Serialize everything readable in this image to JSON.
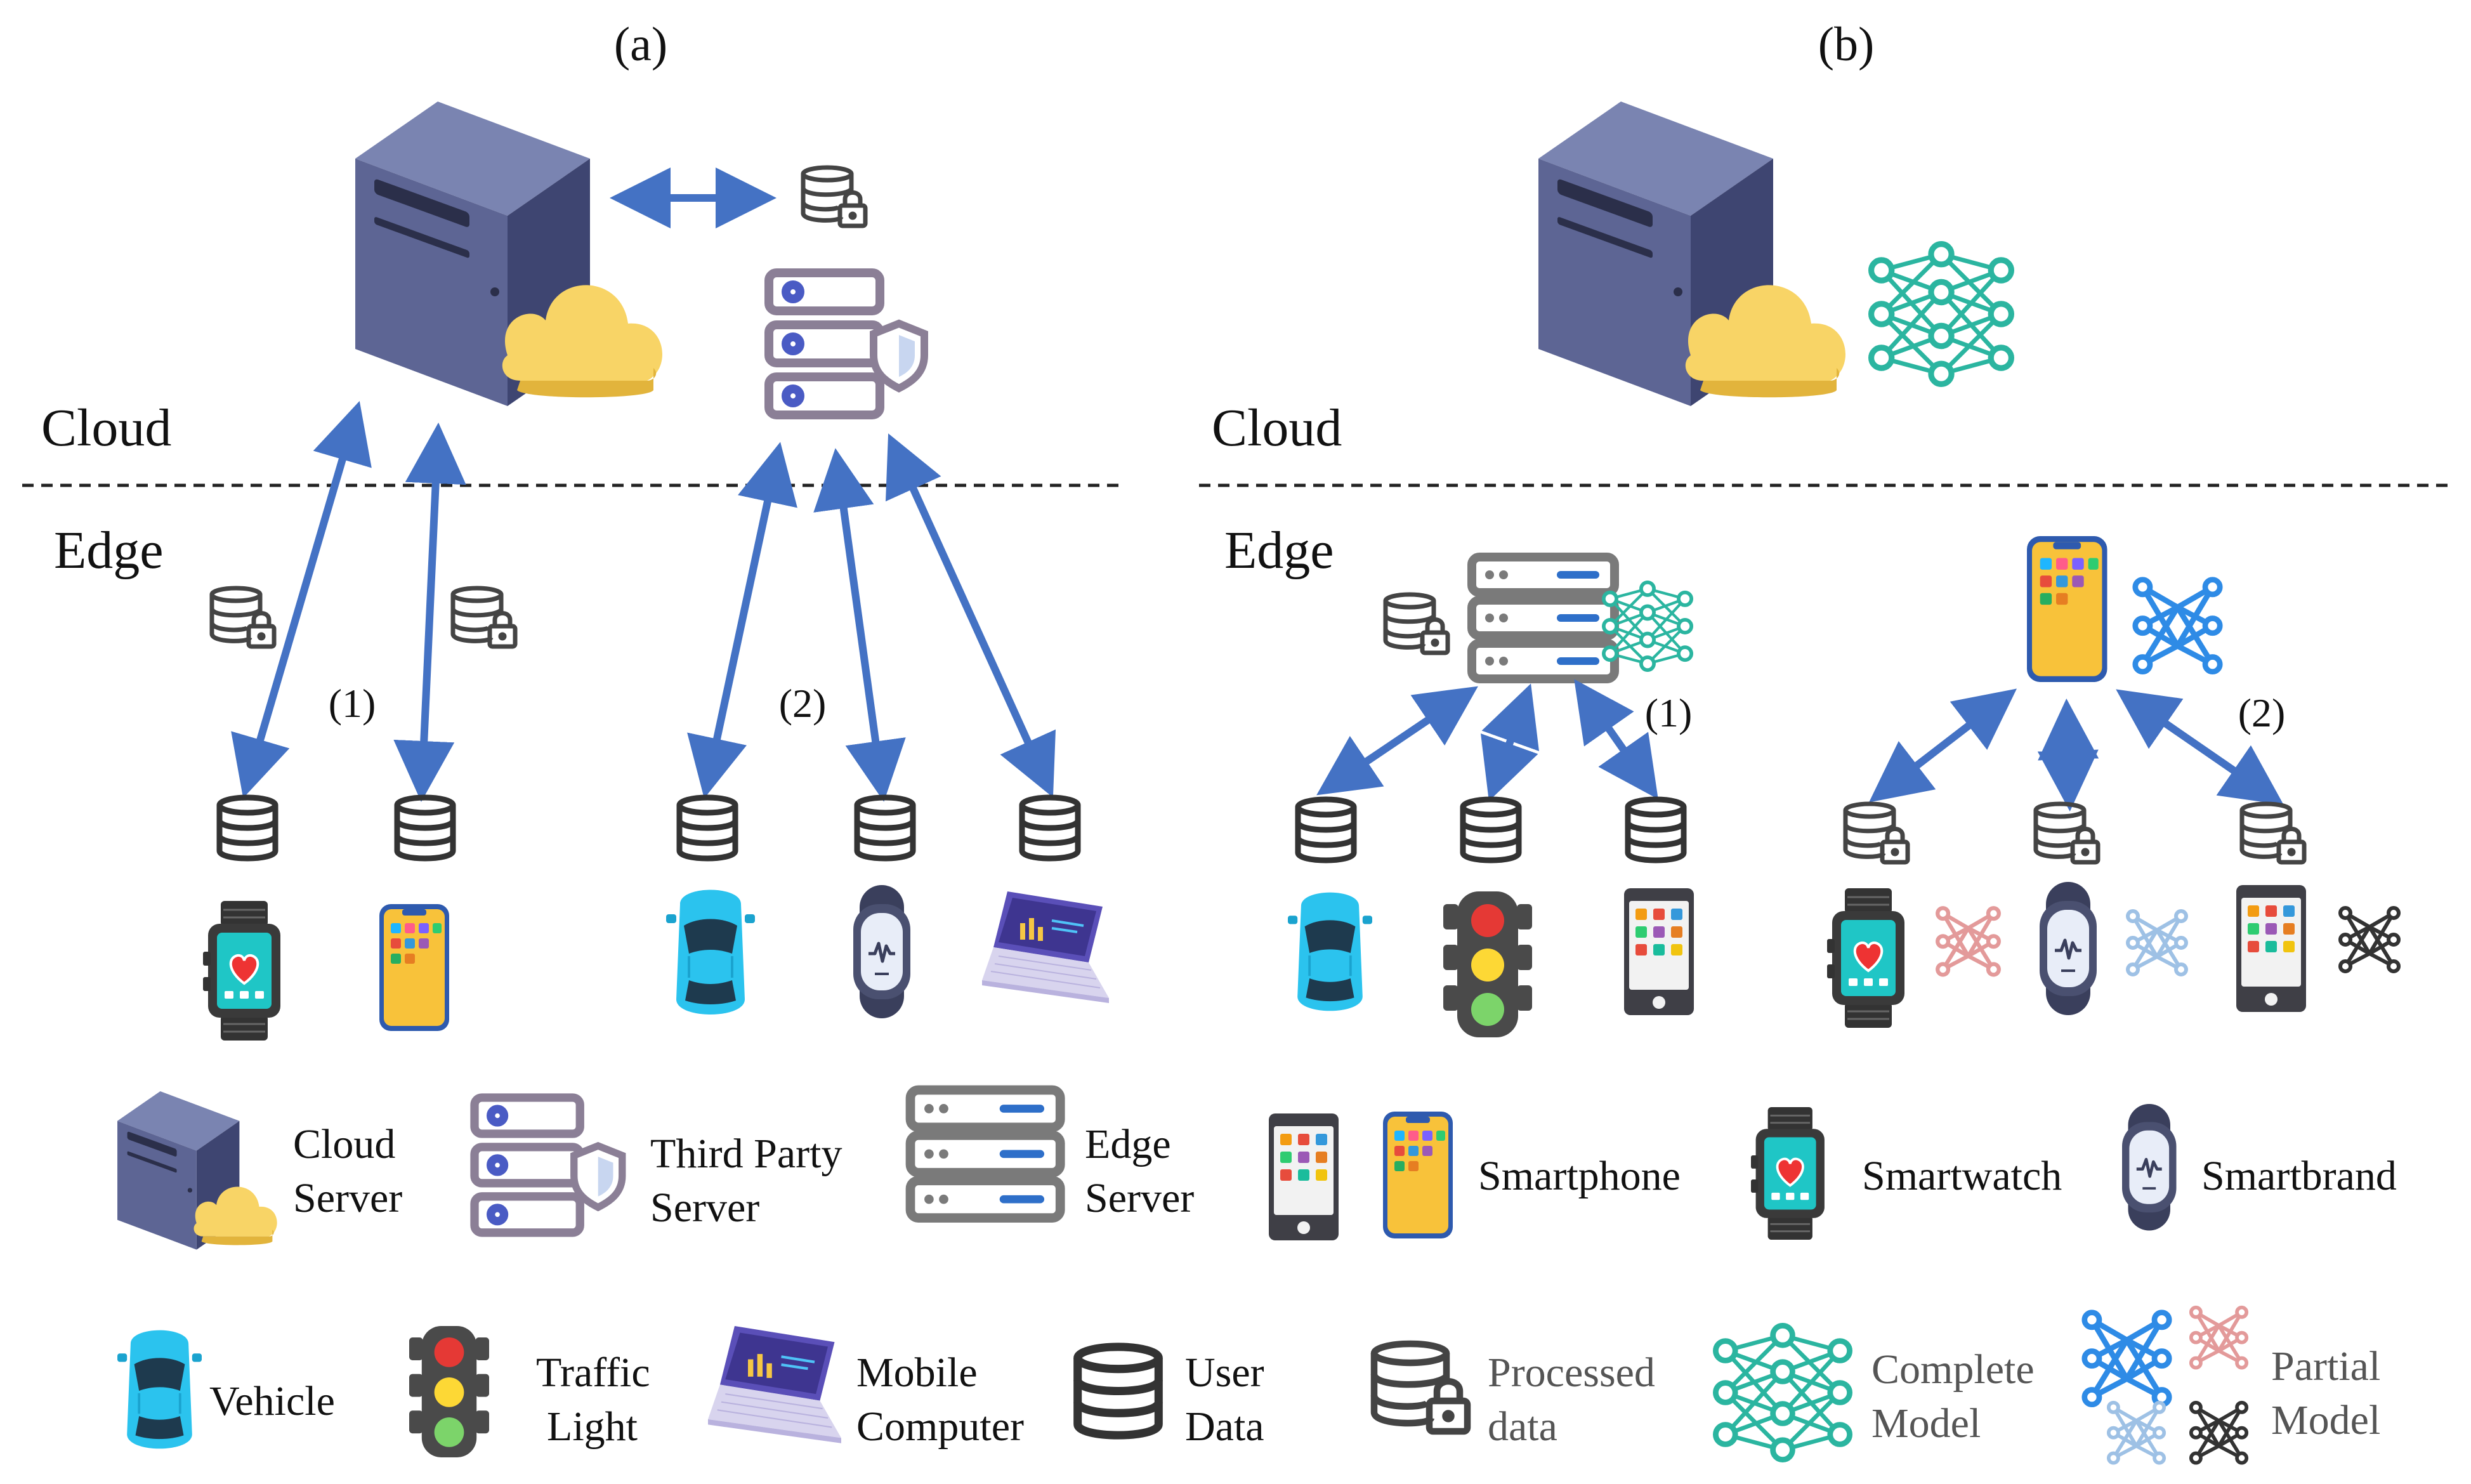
{
  "panels": {
    "a": {
      "title": "(a)",
      "cloud_label": "Cloud",
      "edge_label": "Edge",
      "group1": "(1)",
      "group2": "(2)"
    },
    "b": {
      "title": "(b)",
      "cloud_label": "Cloud",
      "edge_label": "Edge",
      "group1": "(1)",
      "group2": "(2)"
    }
  },
  "legend": {
    "cloud_server": [
      "Cloud",
      "Server"
    ],
    "third_party_server": [
      "Third Party",
      "Server"
    ],
    "edge_server": [
      "Edge",
      "Server"
    ],
    "smartphone": "Smartphone",
    "smartwatch": "Smartwatch",
    "smartband": "Smartbrand",
    "vehicle": "Vehicle",
    "traffic_light": [
      "Traffic",
      "Light"
    ],
    "mobile_computer": [
      "Mobile",
      "Computer"
    ],
    "user_data": [
      "User",
      "Data"
    ],
    "processed_data": [
      "Processed",
      "data"
    ],
    "complete_model": [
      "Complete",
      "Model"
    ],
    "partial_model": [
      "Partial",
      "Model"
    ]
  },
  "colors": {
    "arrow": "#4472C4",
    "server_front": "#5D6594",
    "server_side": "#3E4571",
    "server_top": "#7A84B1",
    "cloud": "#F8D466",
    "third_party": "#8B7F96",
    "edge_server_stroke": "#7A7A7A",
    "edge_server_accent": "#2E6FC9",
    "complete_model": "#2BB5A0",
    "partial_model_blue": "#2E8BE6",
    "partial_model_pink": "#E39A9A",
    "partial_model_light": "#9EC1E5",
    "partial_model_dark": "#333333",
    "vehicle": "#2BC3EE",
    "traffic_light": "#4A4A4A"
  }
}
